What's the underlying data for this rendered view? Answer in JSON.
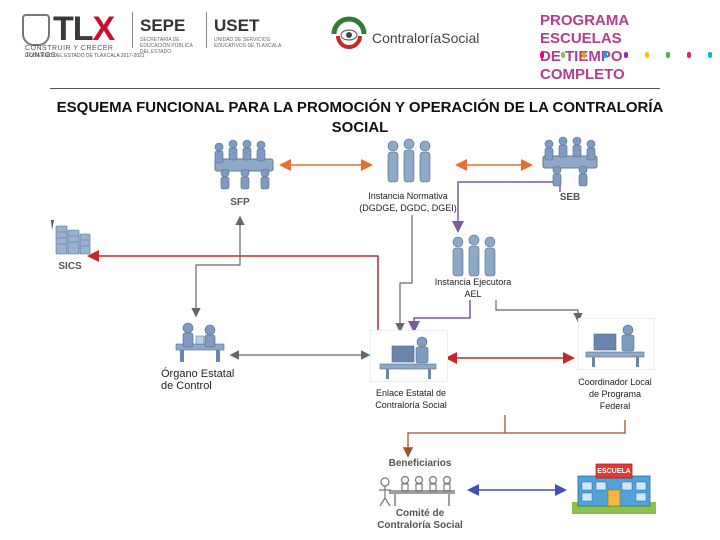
{
  "header": {
    "tlx_left": "TL",
    "tlx_x": "X",
    "tlx_tagline": "CONSTRUIR Y CRECER JUNTOS",
    "tlx_government": "GOBIERNO DEL ESTADO DE TLAXCALA 2017-2021",
    "sepe_name": "SEPE",
    "sepe_sub": "SECRETARÍA DE EDUCACIÓN PÚBLICA DEL ESTADO",
    "uset_name": "USET",
    "uset_sub": "UNIDAD DE SERVICIOS EDUCATIVOS DE TLAXCALA",
    "cs_name": "ContraloríaSocial",
    "program_line1": "PROGRAMA ESCUELAS",
    "program_line2": "DE TIEMPO COMPLETO",
    "program_dot_colors": [
      "#e6007e",
      "#8bc34a",
      "#ff9800",
      "#03a9f4",
      "#9c27b0",
      "#ffc107",
      "#4caf50",
      "#e91e63",
      "#00bcd4"
    ]
  },
  "title": {
    "line1": "ESQUEMA FUNCIONAL PARA LA PROMOCIÓN Y OPERACIÓN DE LA CONTRALORÍA",
    "line2": "SOCIAL"
  },
  "nodes": {
    "sfp": "SFP",
    "seb": "SEB",
    "sics": "SICS",
    "normativa_l1": "Instancia Normativa",
    "normativa_l2": "(DGDGE, DGDC, DGEI)",
    "ejecutora_l1": "Instancia Ejecutora",
    "ejecutora_l2": "AEL",
    "organo_l1": "Órgano Estatal",
    "organo_l2": "de Control",
    "enlace_l1": "Enlace Estatal de",
    "enlace_l2": "Contraloría Social",
    "coordinador_l1": "Coordinador Local",
    "coordinador_l2": "de Programa",
    "coordinador_l3": "Federal",
    "beneficiarios": "Beneficiarios",
    "comite_l1": "Comité de",
    "comite_l2": "Contraloría Social",
    "escuela": "ESCUELA"
  },
  "colors": {
    "orange_line": "#e8702a",
    "purple_line": "#7b5a9e",
    "red_line": "#c62828",
    "gray_line": "#777777",
    "blue_line": "#3f51b5",
    "brown_line": "#a0522d"
  }
}
